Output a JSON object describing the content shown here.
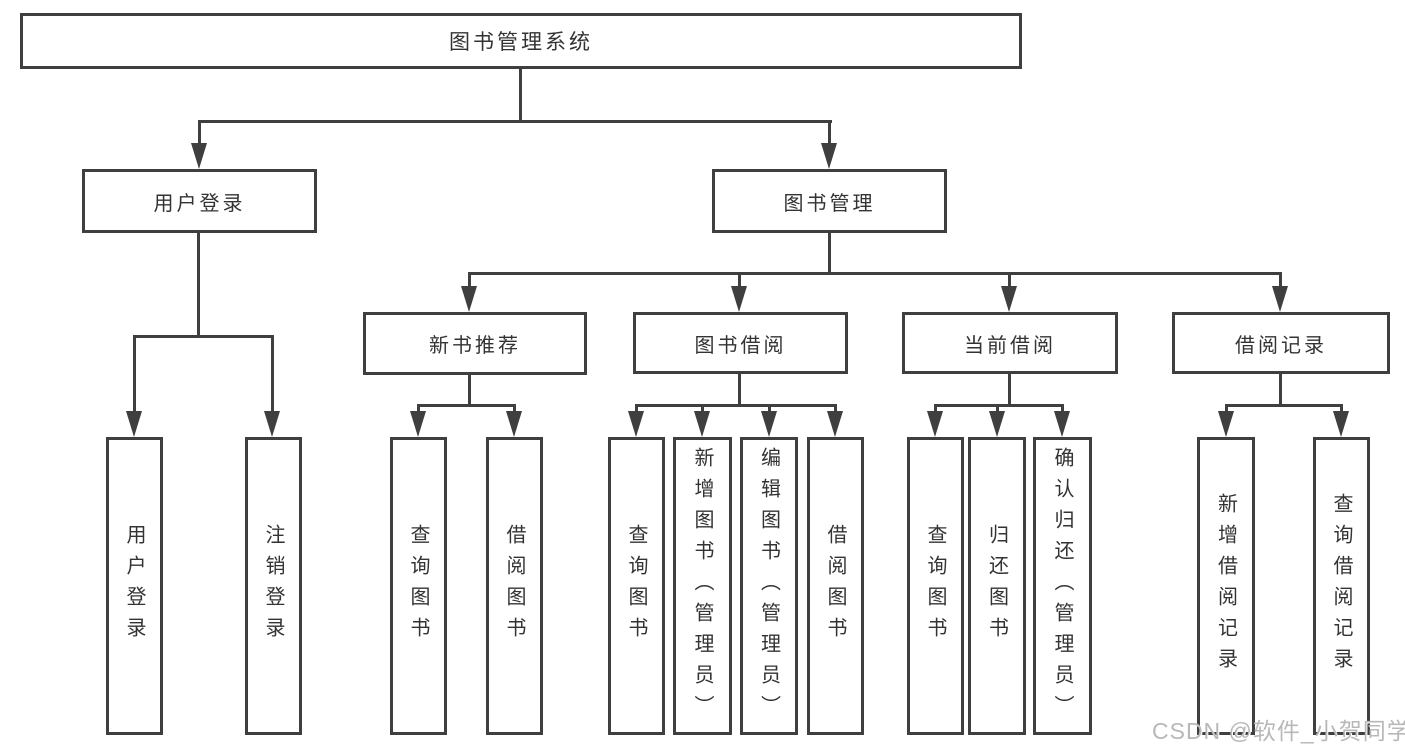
{
  "watermark": "CSDN @软件_小贺同学",
  "colors": {
    "line": "#3f3f3f",
    "border": "#3f3f3f",
    "text": "#333333",
    "watermark": "#b8b8b8",
    "background": "#ffffff"
  },
  "tree": {
    "root": "图书管理系统",
    "branches": [
      {
        "label": "用户登录",
        "children": [
          "用户登录",
          "注销登录"
        ]
      },
      {
        "label": "图书管理",
        "sections": [
          {
            "label": "新书推荐",
            "children": [
              "查询图书",
              "借阅图书"
            ]
          },
          {
            "label": "图书借阅",
            "children": [
              "查询图书",
              "新增图书（管理员）",
              "编辑图书（管理员）",
              "借阅图书"
            ]
          },
          {
            "label": "当前借阅",
            "children": [
              "查询图书",
              "归还图书",
              "确认归还（管理员）"
            ]
          },
          {
            "label": "借阅记录",
            "children": [
              "新增借阅记录",
              "查询借阅记录"
            ]
          }
        ]
      }
    ]
  }
}
